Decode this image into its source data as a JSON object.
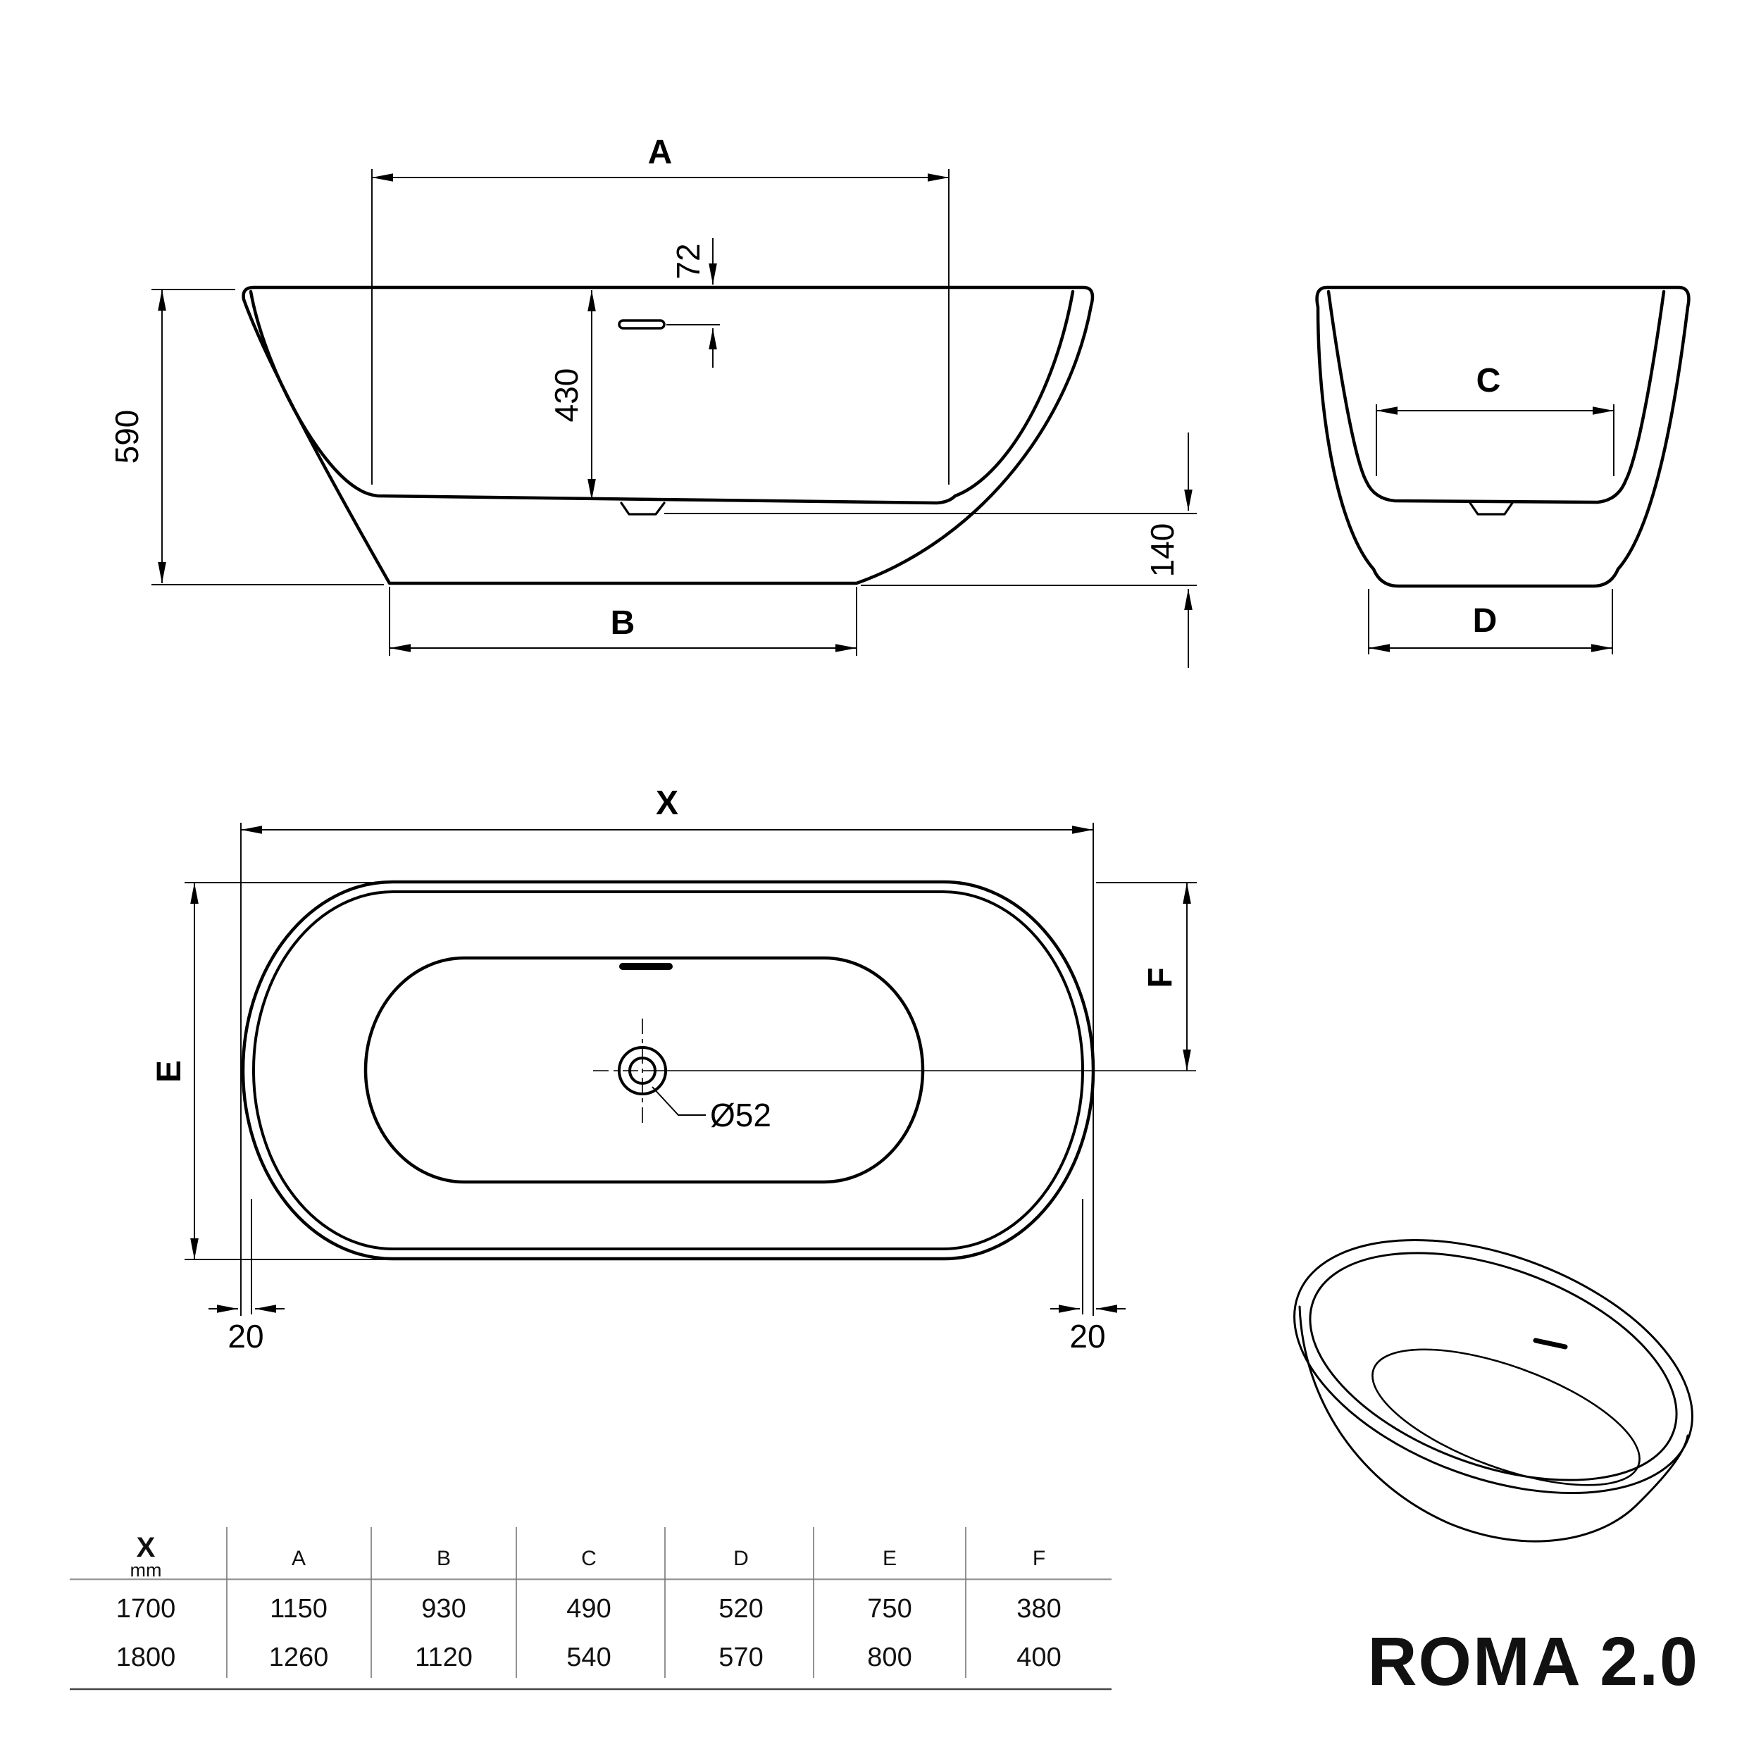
{
  "product": {
    "name": "ROMA 2.0"
  },
  "views": {
    "side": {
      "labels": {
        "a": "A",
        "b": "B",
        "height": "590",
        "inner_depth": "430",
        "overflow_offset": "72",
        "base_height": "140"
      }
    },
    "end": {
      "labels": {
        "c": "C",
        "d": "D"
      }
    },
    "top": {
      "labels": {
        "x": "X",
        "e": "E",
        "f": "F",
        "drain_diameter": "Ø52",
        "rim_left": "20",
        "rim_right": "20"
      }
    }
  },
  "table": {
    "unit": "mm",
    "headers": [
      "X",
      "A",
      "B",
      "C",
      "D",
      "E",
      "F"
    ],
    "rows": [
      [
        "1700",
        "1150",
        "930",
        "490",
        "520",
        "750",
        "380"
      ],
      [
        "1800",
        "1260",
        "1120",
        "540",
        "570",
        "800",
        "400"
      ]
    ]
  }
}
